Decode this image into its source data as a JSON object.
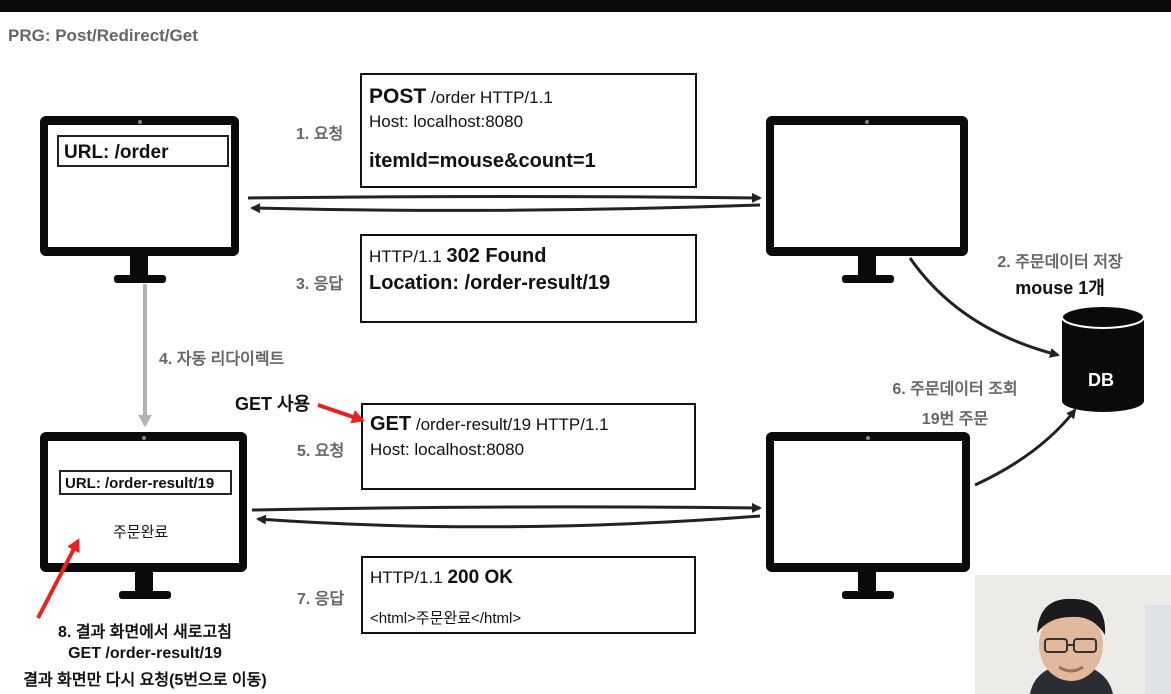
{
  "title": "PRG: Post/Redirect/Get",
  "client_top": {
    "url": "URL: /order"
  },
  "client_bottom": {
    "url": "URL: /order-result/19",
    "content": "주문완료"
  },
  "db_label": "DB",
  "request1": {
    "label": "1. 요청",
    "method": "POST",
    "line_rest": " /order HTTP/1.1",
    "host": "Host: localhost:8080",
    "body": "itemId=mouse&count=1"
  },
  "response1": {
    "label": "3. 응답",
    "status_prefix": "HTTP/1.1 ",
    "status": "302 Found",
    "location": "Location: /order-result/19"
  },
  "redirect_label": "4. 자동 리다이렉트",
  "save_note": {
    "line1": "2. 주문데이터 저장",
    "line2": "mouse 1개"
  },
  "query_note": {
    "line1": "6. 주문데이터 조회",
    "line2": "19번 주문"
  },
  "get_note": "GET 사용",
  "request2": {
    "label": "5. 요청",
    "method": "GET",
    "line_rest": " /order-result/19 HTTP/1.1",
    "host": "Host: localhost:8080"
  },
  "response2": {
    "label": "7. 응답",
    "status_prefix": "HTTP/1.1 ",
    "status": "200 OK",
    "body": "<html>주문완료</html>"
  },
  "refresh_note": {
    "line1": "8. 결과 화면에서 새로고침",
    "line2": "GET /order-result/19",
    "line3": "결과 화면만 다시 요청(5번으로 이동)"
  },
  "colors": {
    "accent_red": "#e8231f",
    "label_gray": "#666666",
    "arrow_gray": "#b3b3b3"
  }
}
